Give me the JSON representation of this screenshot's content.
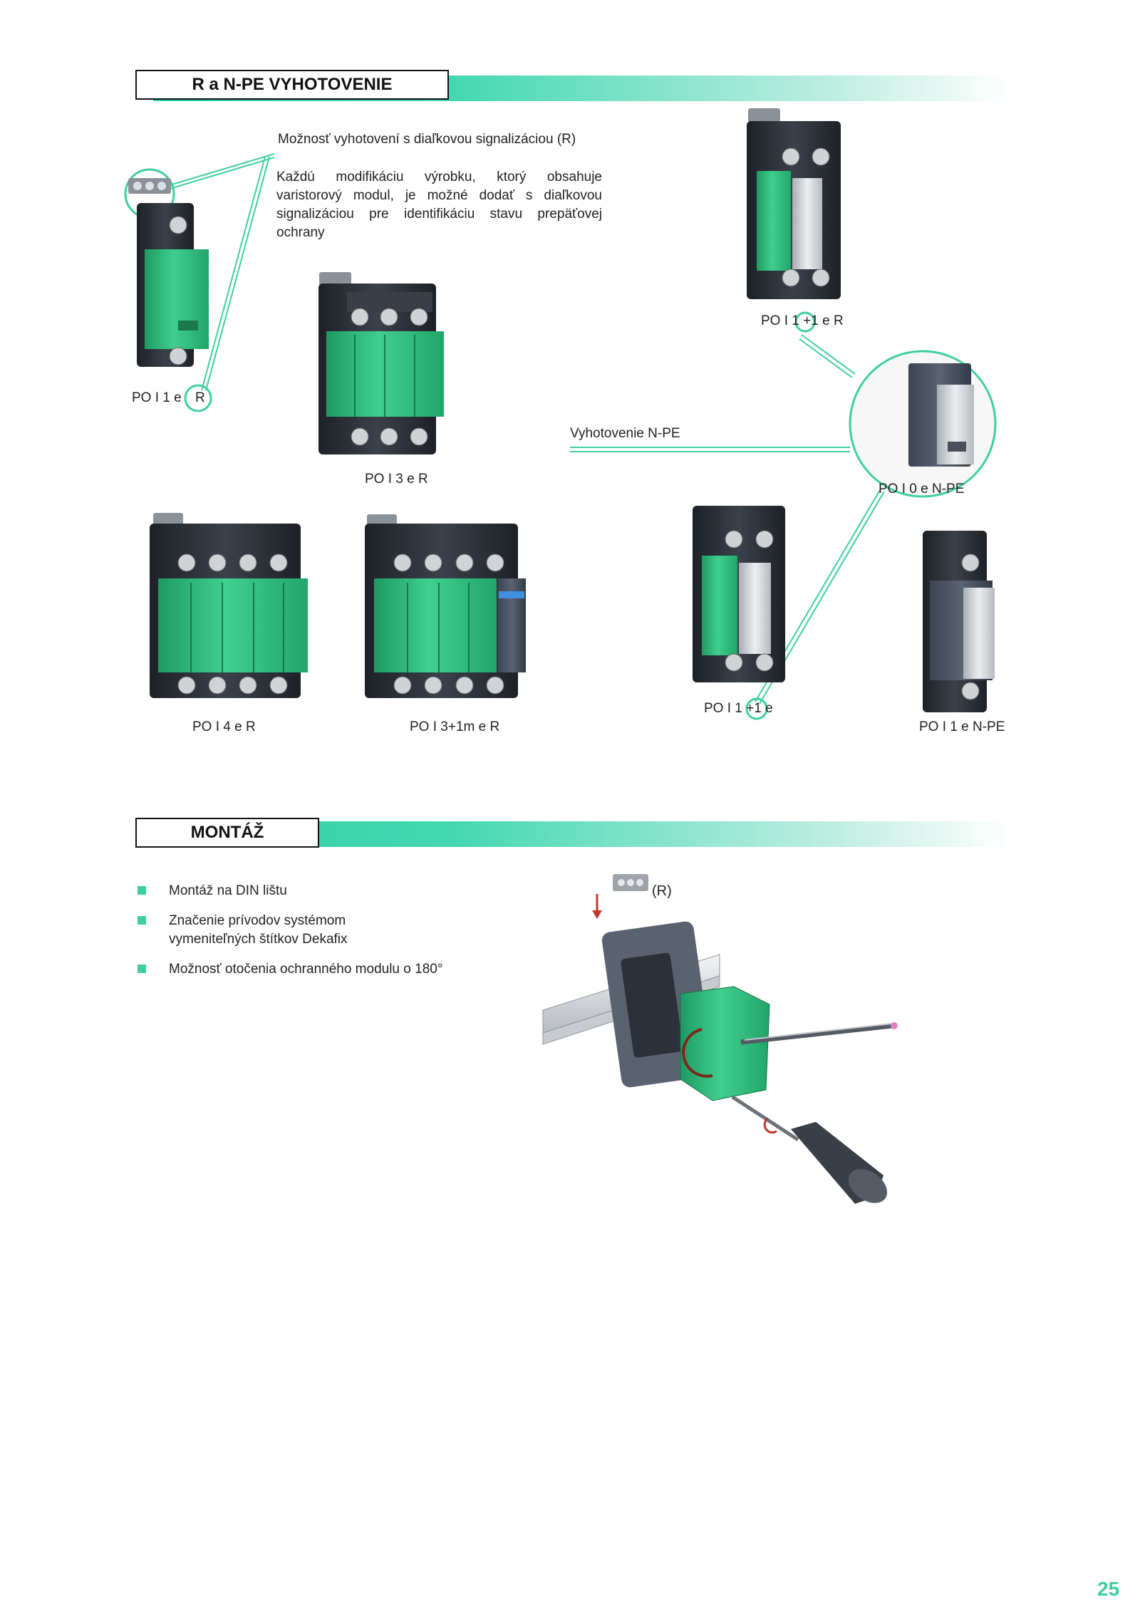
{
  "section1": {
    "title": "R a N-PE VYHOTOVENIE"
  },
  "remote_note": {
    "heading": "Možnosť vyhotovení s diaľkovou signalizáciou (R)",
    "body": "Každú modifikáciu výrobku, ktorý obsahuje varistorový modul, je možné dodať s diaľkovou signalizáciou pre identifikáciu stavu prepäťovej ochrany"
  },
  "npe_label": "Vyhotovenie N-PE",
  "products": {
    "po_i1_e": "PO I 1 e",
    "po_i1_e_r_mark": "R",
    "po_i3_e_r": "PO I 3 e R",
    "po_i1_1_e_r": "PO I 1",
    "po_i1_1_e_r_mark": "+1",
    "po_i1_1_e_r_tail": "e R",
    "po_i0_e_npe": "PO I 0 e N-PE",
    "po_i4_e_r": "PO I 4 e R",
    "po_i3_1m_e_r": "PO I 3+1m e R",
    "po_i1_1_e": "PO I 1",
    "po_i1_1_e_mark": "+1",
    "po_i1_1_e_tail": "e",
    "po_i1_e_npe": "PO I 1 e N-PE"
  },
  "section2": {
    "title": "MONTÁŽ"
  },
  "montaz_list": [
    "Montáž na DIN lištu",
    "Značenie prívodov systémom vymeniteľných štítkov Dekafix",
    "Možnosť otočenia ochranného modulu o 180°"
  ],
  "montaz_r_label": "(R)",
  "page_number": "25",
  "colors": {
    "accent": "#3fcf9a",
    "module_green": "#2fbf7f",
    "module_grey": "#cfd3d8",
    "dark_body": "#2b2f36"
  }
}
